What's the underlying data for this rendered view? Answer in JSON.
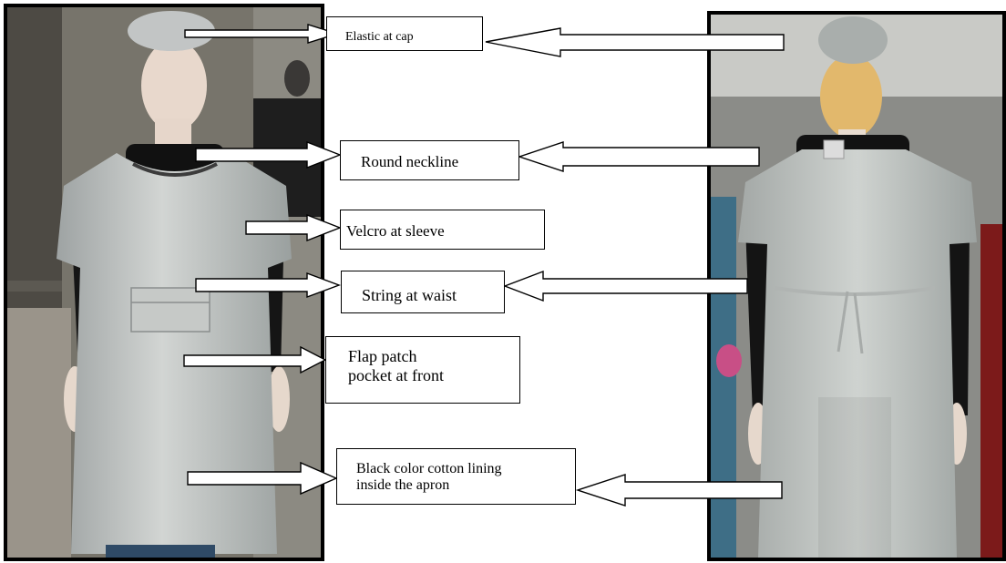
{
  "labels": {
    "cap": "Elastic at cap",
    "neckline": "Round neckline",
    "velcro": "Velcro at sleeve",
    "string": "String at waist",
    "pocket_line1": "Flap patch",
    "pocket_line2": "pocket at front",
    "lining_line1": "Black color cotton lining",
    "lining_line2": "inside the apron"
  },
  "colors": {
    "apron": "#b8bcbc",
    "background_front": "#6f6c63",
    "background_back": "#8a8c88"
  }
}
